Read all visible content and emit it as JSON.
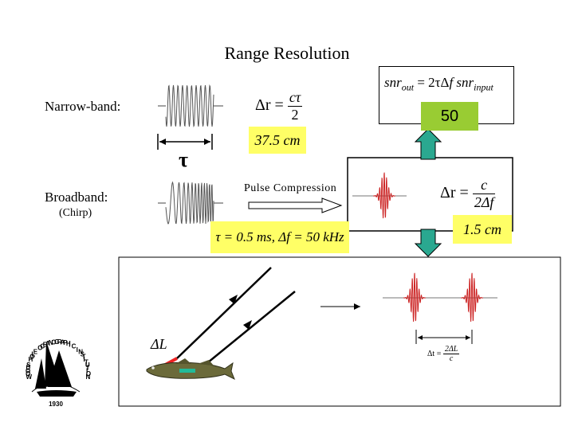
{
  "title": "Range Resolution",
  "labels": {
    "narrowband": "Narrow-band:",
    "broadband": "Broadband:",
    "chirp": "(Chirp)",
    "tau": "τ",
    "pulse_compression": "Pulse Compression"
  },
  "equations": {
    "snr_lhs": "snr",
    "snr_lhs_sub": "out",
    "snr_rhs_a": "= 2τΔ",
    "snr_rhs_f": "f",
    "snr_rhs_b": "snr",
    "snr_rhs_sub": "input",
    "snr_value": "50",
    "dr_narrow_lhs": "Δr =",
    "dr_narrow_num": "cτ",
    "dr_narrow_den": "2",
    "dr_narrow_value": "37.5 cm",
    "dr_broad_lhs": "Δr =",
    "dr_broad_num": "c",
    "dr_broad_den": "2Δf",
    "dr_broad_value": "1.5 cm",
    "params": "τ = 0.5 ms, Δf = 50 kHz",
    "dl_label": "ΔL",
    "dt_lhs": "Δt =",
    "dt_num": "2ΔL",
    "dt_den": "c"
  },
  "logo": {
    "text": "WOODS HOLE OCEANOGRAPHIC INSTITUTION",
    "year": "1930"
  },
  "colors": {
    "yellow_highlight": "#ffff66",
    "green_box": "#99cc33",
    "teal_arrow": "#2aa890",
    "red_waveform": "#cc2222"
  }
}
